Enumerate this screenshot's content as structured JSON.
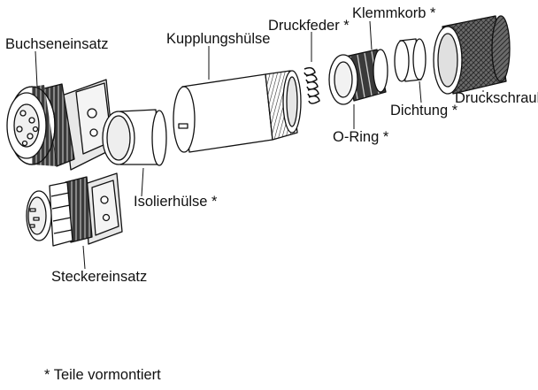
{
  "labels": {
    "buchseneinsatz": "Buchseneinsatz",
    "kupplungshuelse": "Kupplungshülse",
    "druckfeder": "Druckfeder *",
    "klemmkorb": "Klemmkorb *",
    "o_ring": "O-Ring *",
    "dichtung": "Dichtung *",
    "druckschraube": "Druckschraube",
    "isolierhuelse": "Isolierhülse *",
    "steckereinsatz": "Steckereinsatz"
  },
  "footnote": "* Teile vormontiert",
  "colors": {
    "stroke": "#111111",
    "fill": "#ffffff",
    "shade": "#d9d9d9",
    "dark": "#4a4a4a"
  }
}
